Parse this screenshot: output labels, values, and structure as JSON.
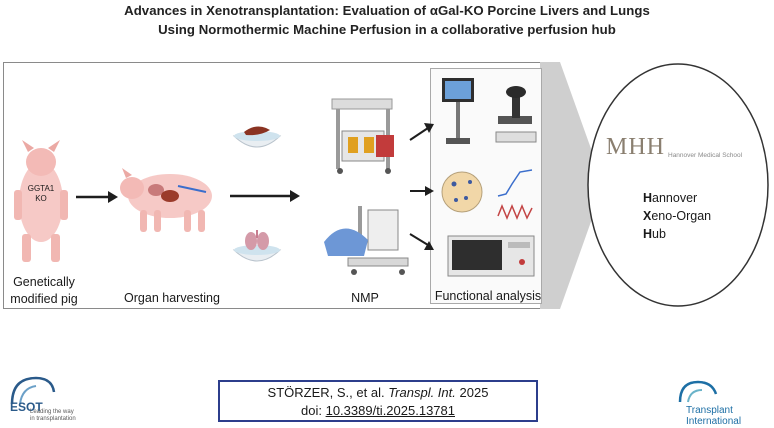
{
  "title": {
    "line1": "Advances in Xenotransplantation: Evaluation of αGal-KO Porcine Livers and Lungs",
    "line2": "Using Normothermic Machine Perfusion in a collaborative perfusion hub"
  },
  "steps": {
    "pig_tag_line1": "GGTA1",
    "pig_tag_line2": "KO",
    "step1_line1": "Genetically",
    "step1_line2": "modified pig",
    "step2": "Organ harvesting",
    "step3": "NMP",
    "step4": "Functional analysis"
  },
  "hub": {
    "logo": "MHH",
    "logo_sub": "Hannover Medical School",
    "line1_initial": "H",
    "line1_rest": "annover",
    "line2_initial": "X",
    "line2_rest": "eno-Organ",
    "line3_initial": "H",
    "line3_rest": "ub"
  },
  "citation": {
    "authors": "STÖRZER, S., et al.",
    "journal": "Transpl. Int.",
    "year": "2025",
    "doi_prefix": "doi:",
    "doi": "10.3389/ti.2025.13781"
  },
  "logos": {
    "esot_name": "ESOT",
    "esot_tagline_1": "Leading the way",
    "esot_tagline_2": "in transplantation",
    "ti_line1": "Transplant",
    "ti_line2": "International"
  },
  "colors": {
    "frame": "#8a8a8a",
    "arrow": "#1e1e1e",
    "citation_border": "#2c3e8c",
    "pig_pink": "#f6c9c6",
    "chevron": "#cfcfcf",
    "ti_blue": "#1d6fa5",
    "esot_blue": "#2a5a8a"
  }
}
